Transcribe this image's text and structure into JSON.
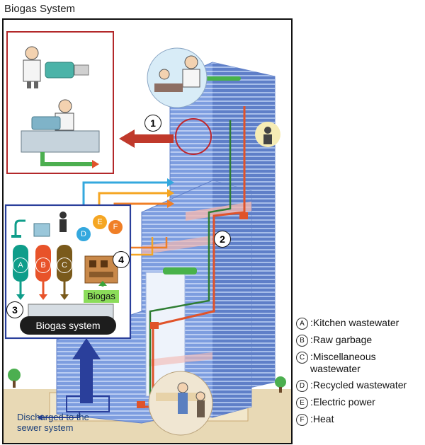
{
  "title": "Biogas System",
  "steps": [
    "1",
    "2",
    "3",
    "4"
  ],
  "tank_labels": [
    "A",
    "B",
    "C"
  ],
  "flow_labels": [
    "D",
    "E",
    "F"
  ],
  "biogas_system_label": "Biogas system",
  "biogas_label": "Biogas",
  "discharged_label": "Discharged to the sewer system",
  "legend": [
    {
      "badge": "A",
      "text": ":Kitchen wastewater"
    },
    {
      "badge": "B",
      "text": ":Raw garbage"
    },
    {
      "badge": "C",
      "text": ":Miscellaneous wastewater"
    },
    {
      "badge": "D",
      "text": ":Recycled wastewater"
    },
    {
      "badge": "E",
      "text": ":Electric power"
    },
    {
      "badge": "F",
      "text": ":Heat"
    }
  ],
  "colors": {
    "frame": "#111111",
    "inset_frame_red": "#b3282a",
    "system_frame_blue": "#2a3f9b",
    "kitchen": "#0f9d8a",
    "raw_garbage": "#e8532a",
    "misc": "#7a5a1b",
    "recycled": "#34a8de",
    "electric": "#f5a623",
    "heat": "#f07f26",
    "building": "#6f8fd8"
  }
}
